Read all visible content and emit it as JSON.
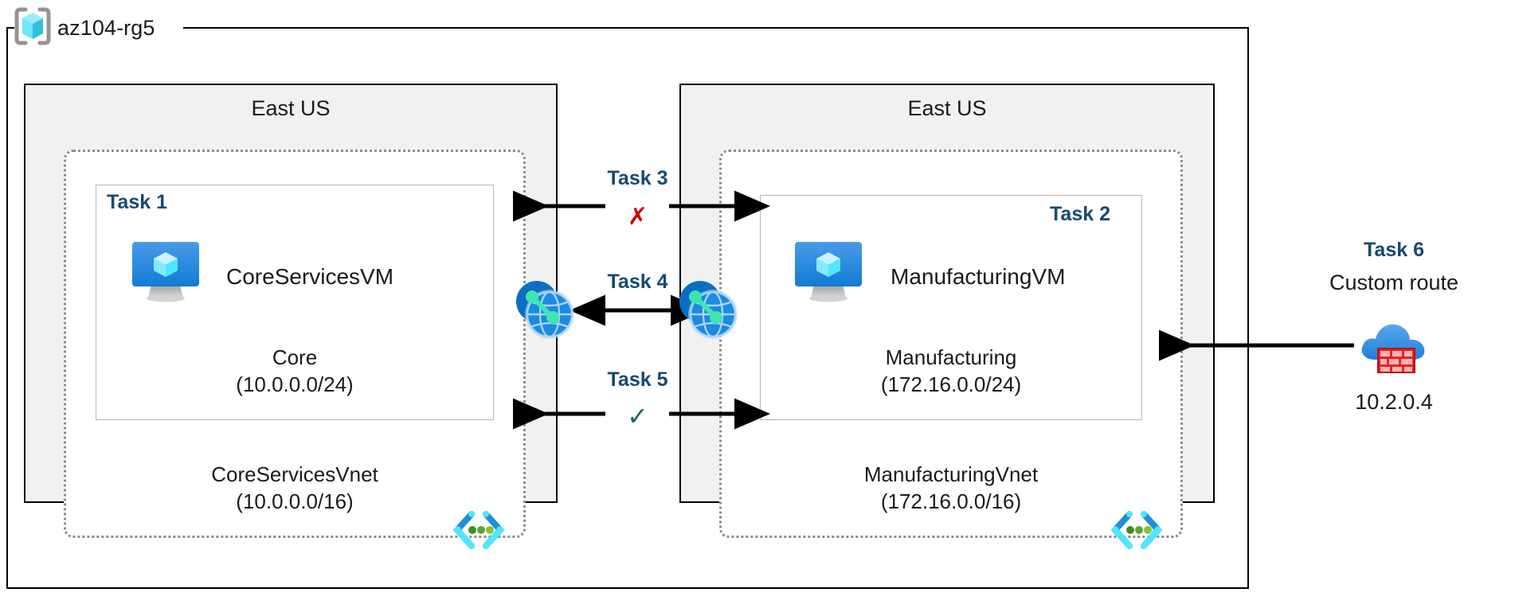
{
  "resource_group": {
    "name": "az104-rg5",
    "icon": "azure-resource-group-icon"
  },
  "regions": [
    {
      "id": "left",
      "title": "East US"
    },
    {
      "id": "right",
      "title": "East US"
    }
  ],
  "vnets": [
    {
      "id": "core",
      "name": "CoreServicesVnet",
      "cidr": "(10.0.0.0/16)",
      "icon": "vnet-icon",
      "subnet": {
        "name": "Core",
        "cidr": "(10.0.0.0/24)",
        "task": "Task 1",
        "vm": {
          "name": "CoreServicesVM",
          "icon": "virtual-machine-icon"
        }
      }
    },
    {
      "id": "manufacturing",
      "name": "ManufacturingVnet",
      "cidr": "(172.16.0.0/16)",
      "icon": "vnet-icon",
      "subnet": {
        "name": "Manufacturing",
        "cidr": "(172.16.0.0/24)",
        "task": "Task 2",
        "vm": {
          "name": "ManufacturingVM",
          "icon": "virtual-machine-icon"
        }
      }
    }
  ],
  "connections": [
    {
      "id": "task3",
      "label": "Task 3",
      "status_mark": "✗",
      "status": "blocked"
    },
    {
      "id": "task4",
      "label": "Task 4",
      "status_mark": "",
      "status": "peering"
    },
    {
      "id": "task5",
      "label": "Task 5",
      "status_mark": "✓",
      "status": "allowed"
    }
  ],
  "peering_icons": [
    {
      "id": "peering-left",
      "icon": "vnet-peering-icon"
    },
    {
      "id": "peering-right",
      "icon": "vnet-peering-icon"
    }
  ],
  "custom_route": {
    "task": "Task 6",
    "label": "Custom route",
    "ip": "10.2.0.4",
    "icon": "firewall-icon"
  },
  "colors": {
    "task_blue": "#154A72",
    "region_fill": "#f1f1f1",
    "vnet_border": "#8c8c8c",
    "subnet_border": "#b6b6b6",
    "mark_red": "#cc0000",
    "mark_green": "#17656b",
    "azure_blue": "#0078d4",
    "cyan": "#50e6ff",
    "firewall_red": "#e62323"
  }
}
